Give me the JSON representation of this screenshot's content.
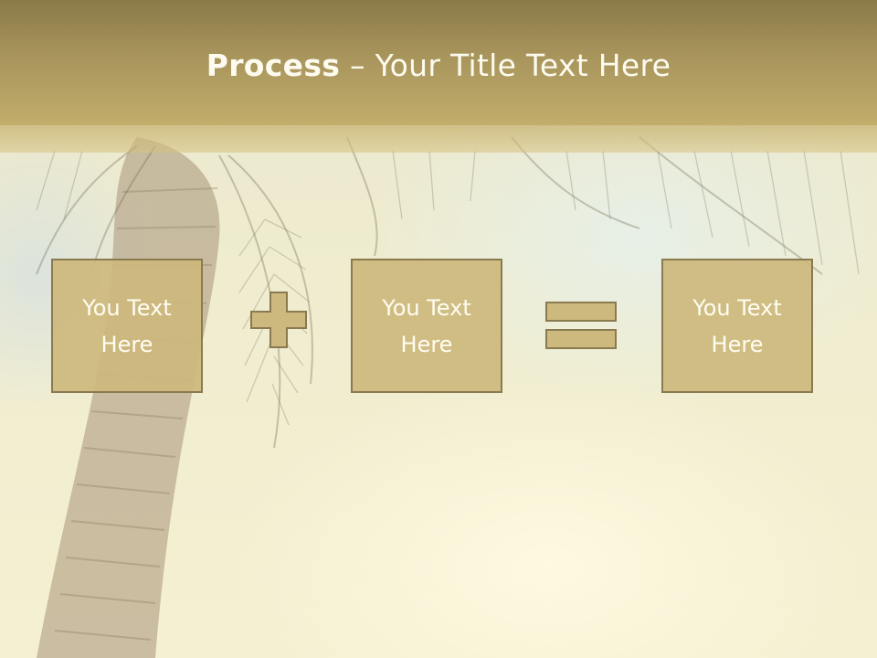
{
  "header": {
    "title_bold": "Process",
    "title_rest": " – Your Title Text Here"
  },
  "process": {
    "boxes": [
      {
        "label": "You Text\nHere"
      },
      {
        "label": "You Text\nHere"
      },
      {
        "label": "You Text\nHere"
      }
    ],
    "operators": [
      "plus-icon",
      "equals-icon"
    ]
  },
  "colors": {
    "header": "#a8955c",
    "box_fill": "#cdb97d",
    "box_border": "#8a7a50",
    "text": "#fffdf2"
  }
}
